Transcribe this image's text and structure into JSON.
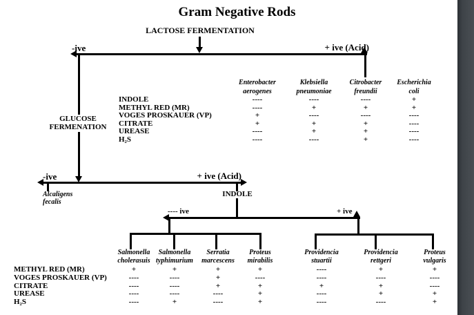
{
  "colors": {
    "ink": "#000000",
    "paper": "#ffffff",
    "right_strip": "#3e4348"
  },
  "title": "Gram Negative Rods",
  "flow": {
    "root": "LACTOSE FERMENTATION",
    "split1_left": "-ive",
    "split1_right": "+ ive (Acid)",
    "glucose1": "GLUCOSE",
    "glucose2": "FERMENATION",
    "split2_left": "-ive",
    "split2_right": "+ ive (Acid)",
    "neg1": "Alcaligens",
    "neg2": "fecalis",
    "indole": "INDOLE",
    "split3_left": "---- ive",
    "split3_right": "+ ive"
  },
  "top_table": {
    "tests": [
      "INDOLE",
      "METHYL RED (MR)",
      "VOGES PROSKAUER (VP)",
      "CITRATE",
      "UREASE",
      "H₂S"
    ],
    "organisms": [
      {
        "genus": "Enterobacter",
        "species": "aerogenes",
        "values": [
          "----",
          "----",
          "+",
          "+",
          "----",
          "----"
        ]
      },
      {
        "genus": "Klebsiella",
        "species": "pneumoniae",
        "values": [
          "----",
          "+",
          "----",
          "+",
          "+",
          "----"
        ]
      },
      {
        "genus": "Citrobacter",
        "species": "freundii",
        "values": [
          "----",
          "+",
          "----",
          "+",
          "+",
          "+"
        ]
      },
      {
        "genus": "Escherichia",
        "species": "coli",
        "values": [
          "+",
          "+",
          "----",
          "----",
          "----",
          "----"
        ]
      }
    ]
  },
  "bottom_table": {
    "tests": [
      "METHYL RED (MR)",
      "VOGES PROSKAUER (VP)",
      "CITRATE",
      "UREASE",
      "H₂S"
    ],
    "indole_negative": [
      {
        "genus": "Salmonella",
        "species": "cholerasuis",
        "values": [
          "+",
          "----",
          "----",
          "----",
          "----"
        ]
      },
      {
        "genus": "Salmonella",
        "species": "typhimurium",
        "values": [
          "+",
          "----",
          "----",
          "----",
          "+"
        ]
      },
      {
        "genus": "Serratia",
        "species": "marcescens",
        "values": [
          "+",
          "+",
          "+",
          "----",
          "----"
        ]
      },
      {
        "genus": "Proteus",
        "species": "mirabilis",
        "values": [
          "+",
          "----",
          "+",
          "+",
          "+"
        ]
      }
    ],
    "indole_positive": [
      {
        "genus": "Providencia",
        "species": "stuartii",
        "values": [
          "----",
          "----",
          "+",
          "----",
          "----"
        ]
      },
      {
        "genus": "Providencia",
        "species": "rettgeri",
        "values": [
          "+",
          "----",
          "+",
          "+",
          "----"
        ]
      },
      {
        "genus": "Proteus",
        "species": "vulgaris",
        "values": [
          "+",
          "----",
          "----",
          "+",
          "+"
        ]
      }
    ]
  }
}
